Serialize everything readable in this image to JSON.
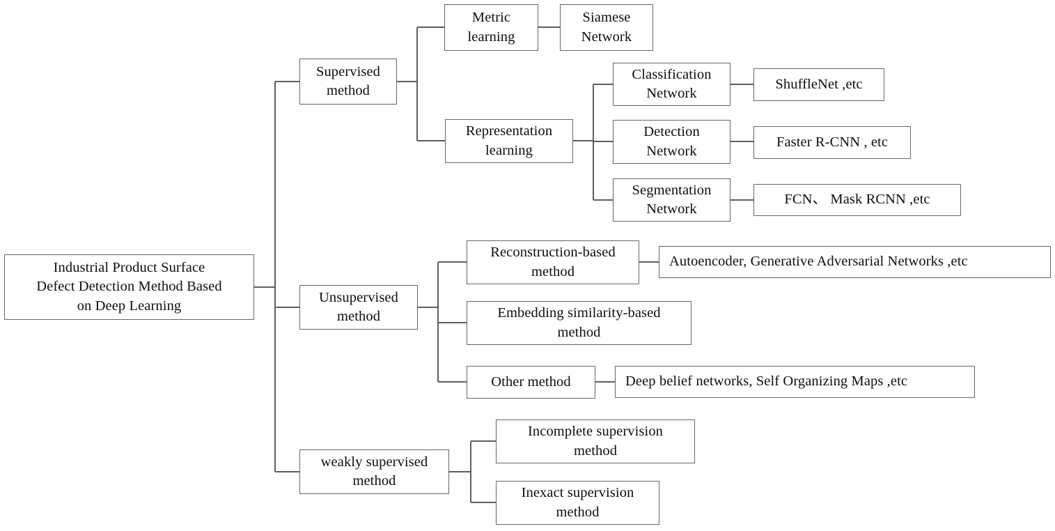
{
  "diagram": {
    "title": "Industrial Product Surface Defect Detection Method Based on Deep Learning Taxonomy",
    "type": "tree",
    "orientation": "left-to-right",
    "box_border_color": "#63666a",
    "box_fill_color": "#ffffff",
    "text_color": "#0d0d14",
    "connector_color": "#5b5e63"
  },
  "nodes": {
    "root": {
      "label": "Industrial Product Surface\nDefect Detection Method Based\non Deep Learning"
    },
    "supervised": {
      "label": "Supervised\nmethod"
    },
    "metric_learning": {
      "label": "Metric\nlearning"
    },
    "siamese_network": {
      "label": "Siamese\nNetwork"
    },
    "representation_learning": {
      "label": "Representation\nlearning"
    },
    "classification_network": {
      "label": "Classification\nNetwork"
    },
    "shufflenet": {
      "label": "ShuffleNet ,etc"
    },
    "detection_network": {
      "label": "Detection\nNetwork"
    },
    "faster_rcnn": {
      "label": "Faster R-CNN , etc"
    },
    "segmentation_network": {
      "label": "Segmentation\nNetwork"
    },
    "fcn_mask_rcnn": {
      "label": "FCN、  Mask RCNN ,etc"
    },
    "unsupervised": {
      "label": "Unsupervised\nmethod"
    },
    "reconstruction_based": {
      "label": "Reconstruction-based\nmethod"
    },
    "autoencoder_gan": {
      "label": "Autoencoder, Generative Adversarial Networks ,etc"
    },
    "embedding_similarity": {
      "label": "Embedding similarity-based\nmethod"
    },
    "other_method": {
      "label": "Other method"
    },
    "dbn_som": {
      "label": "Deep belief networks, Self Organizing Maps ,etc"
    },
    "weakly_supervised": {
      "label": "weakly supervised\nmethod"
    },
    "incomplete_supervision": {
      "label": "Incomplete supervision\nmethod"
    },
    "inexact_supervision": {
      "label": "Inexact supervision\nmethod"
    }
  },
  "edges": [
    {
      "from": "root",
      "to": "supervised"
    },
    {
      "from": "root",
      "to": "unsupervised"
    },
    {
      "from": "root",
      "to": "weakly_supervised"
    },
    {
      "from": "supervised",
      "to": "metric_learning"
    },
    {
      "from": "supervised",
      "to": "representation_learning"
    },
    {
      "from": "metric_learning",
      "to": "siamese_network"
    },
    {
      "from": "representation_learning",
      "to": "classification_network"
    },
    {
      "from": "representation_learning",
      "to": "detection_network"
    },
    {
      "from": "representation_learning",
      "to": "segmentation_network"
    },
    {
      "from": "classification_network",
      "to": "shufflenet"
    },
    {
      "from": "detection_network",
      "to": "faster_rcnn"
    },
    {
      "from": "segmentation_network",
      "to": "fcn_mask_rcnn"
    },
    {
      "from": "unsupervised",
      "to": "reconstruction_based"
    },
    {
      "from": "unsupervised",
      "to": "embedding_similarity"
    },
    {
      "from": "unsupervised",
      "to": "other_method"
    },
    {
      "from": "reconstruction_based",
      "to": "autoencoder_gan"
    },
    {
      "from": "other_method",
      "to": "dbn_som"
    },
    {
      "from": "weakly_supervised",
      "to": "incomplete_supervision"
    },
    {
      "from": "weakly_supervised",
      "to": "inexact_supervision"
    }
  ]
}
